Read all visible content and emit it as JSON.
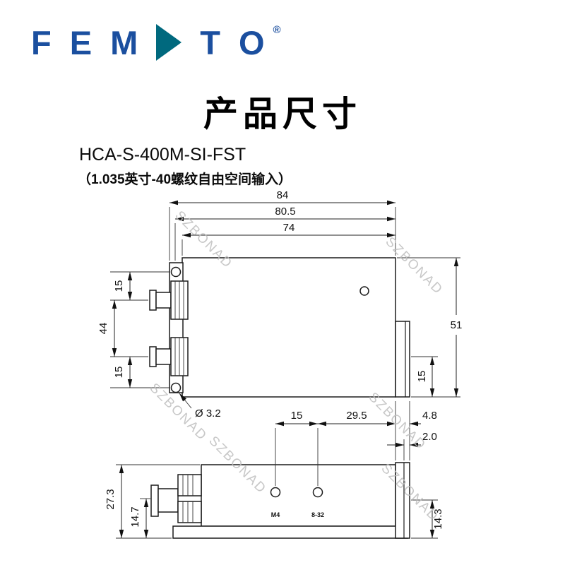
{
  "logo": {
    "letters": [
      "F",
      "E",
      "M",
      "T",
      "O"
    ],
    "registered": "®"
  },
  "page_title": "产品尺寸",
  "product": {
    "model": "HCA-S-400M-SI-FST",
    "subtitle": "（1.035英寸-40螺纹自由空间输入）"
  },
  "watermark_text": "SZBONAD",
  "colors": {
    "logo-blue": "#1b4f9f",
    "logo-teal": "#00697e",
    "line": "#1c1c1c",
    "watermark": "#bfbfbf"
  },
  "top_view": {
    "dim_width_overall": "84",
    "dim_width_plate": "80.5",
    "dim_width_body": "74",
    "dim_left_top": "15",
    "dim_left_middle": "44",
    "dim_left_bottom": "15",
    "dim_right_height": "51",
    "dim_right_flange": "15",
    "hole_callout": "Ø 3.2"
  },
  "side_view": {
    "dim_hole_spacing": "15",
    "dim_hole_to_edge": "29.5",
    "dim_flange_width": "4.8",
    "dim_flange_step": "2.0",
    "dim_height_overall": "27.3",
    "dim_height_front": "14.7",
    "dim_height_right": "14.3",
    "hole_label_left": "M4",
    "hole_label_right": "8-32"
  }
}
